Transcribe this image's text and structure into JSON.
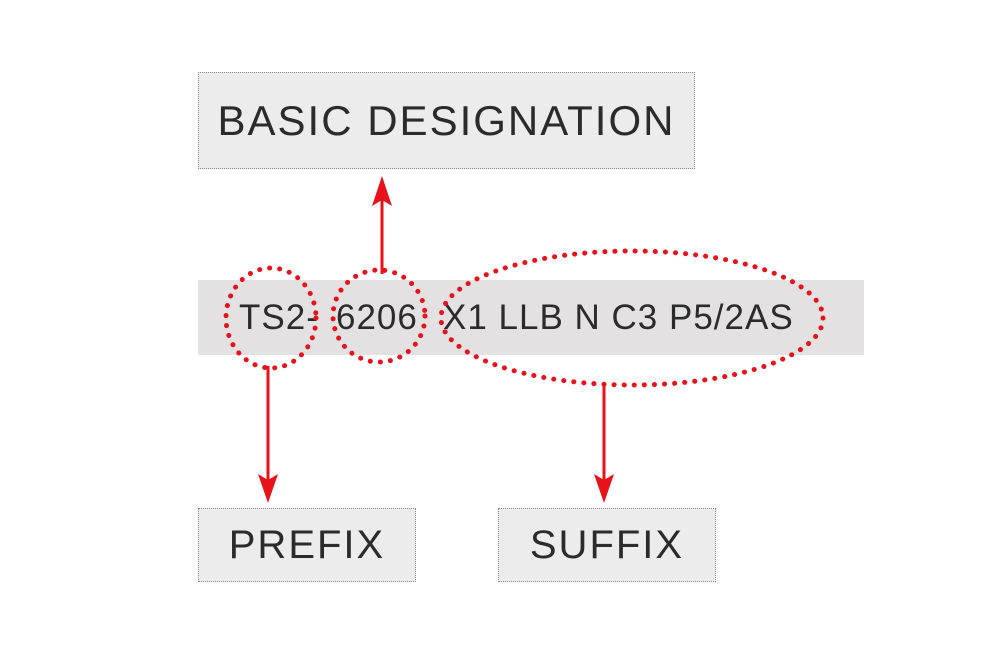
{
  "labels": {
    "basic_designation": "BASIC DESIGNATION",
    "prefix": "PREFIX",
    "suffix": "SUFFIX"
  },
  "code": {
    "prefix": "TS2-",
    "basic": "6206",
    "suffix": "X1 LLB N C3 P5/2AS"
  },
  "colors": {
    "accent": "#e8121b",
    "box_fill": "#ececec",
    "band_fill": "#e3e1e2",
    "text": "#2b2b2b"
  }
}
